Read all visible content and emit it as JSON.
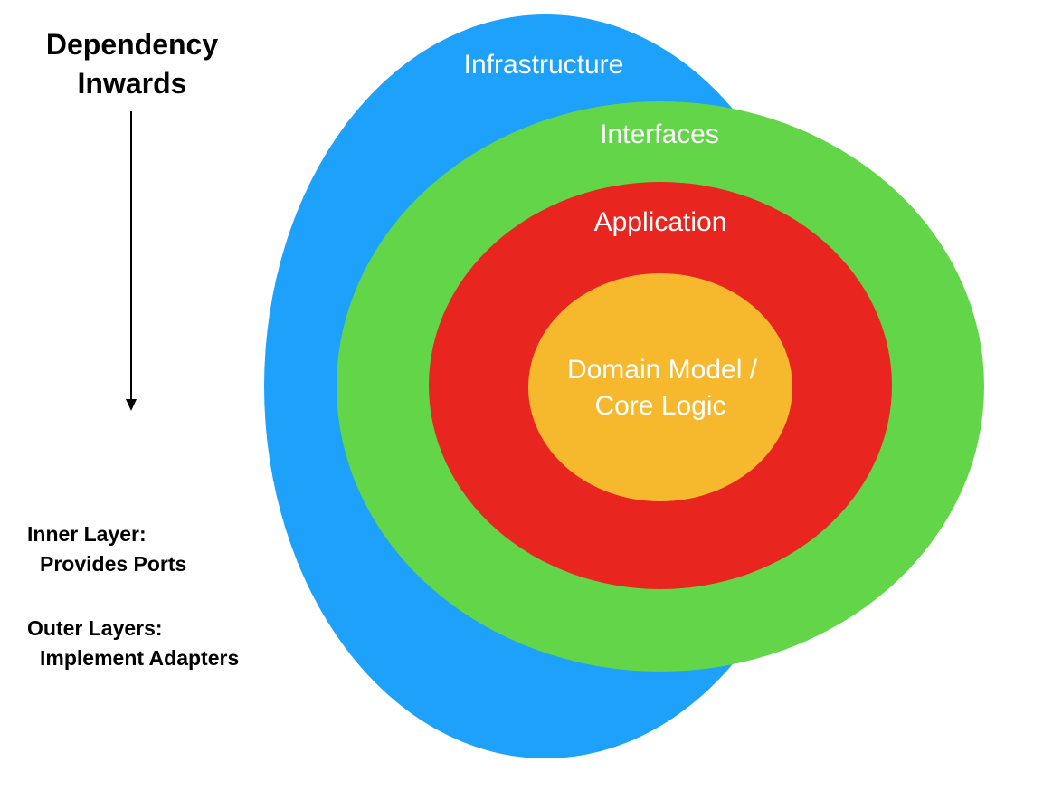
{
  "heading": {
    "line1": "Dependency",
    "line2": "Inwards"
  },
  "notes": {
    "inner_title": "Inner Layer:",
    "inner_detail": "Provides Ports",
    "outer_title": "Outer Layers:",
    "outer_detail": "Implement Adapters"
  },
  "layers": {
    "infrastructure": {
      "label": "Infrastructure",
      "color": "#1da1fb"
    },
    "interfaces": {
      "label": "Interfaces",
      "color": "#62d548"
    },
    "application": {
      "label": "Application",
      "color": "#e8261f"
    },
    "domain": {
      "label_line1": "Domain Model /",
      "label_line2": "Core Logic",
      "color": "#f6b82c"
    }
  },
  "arrow_direction": "down"
}
